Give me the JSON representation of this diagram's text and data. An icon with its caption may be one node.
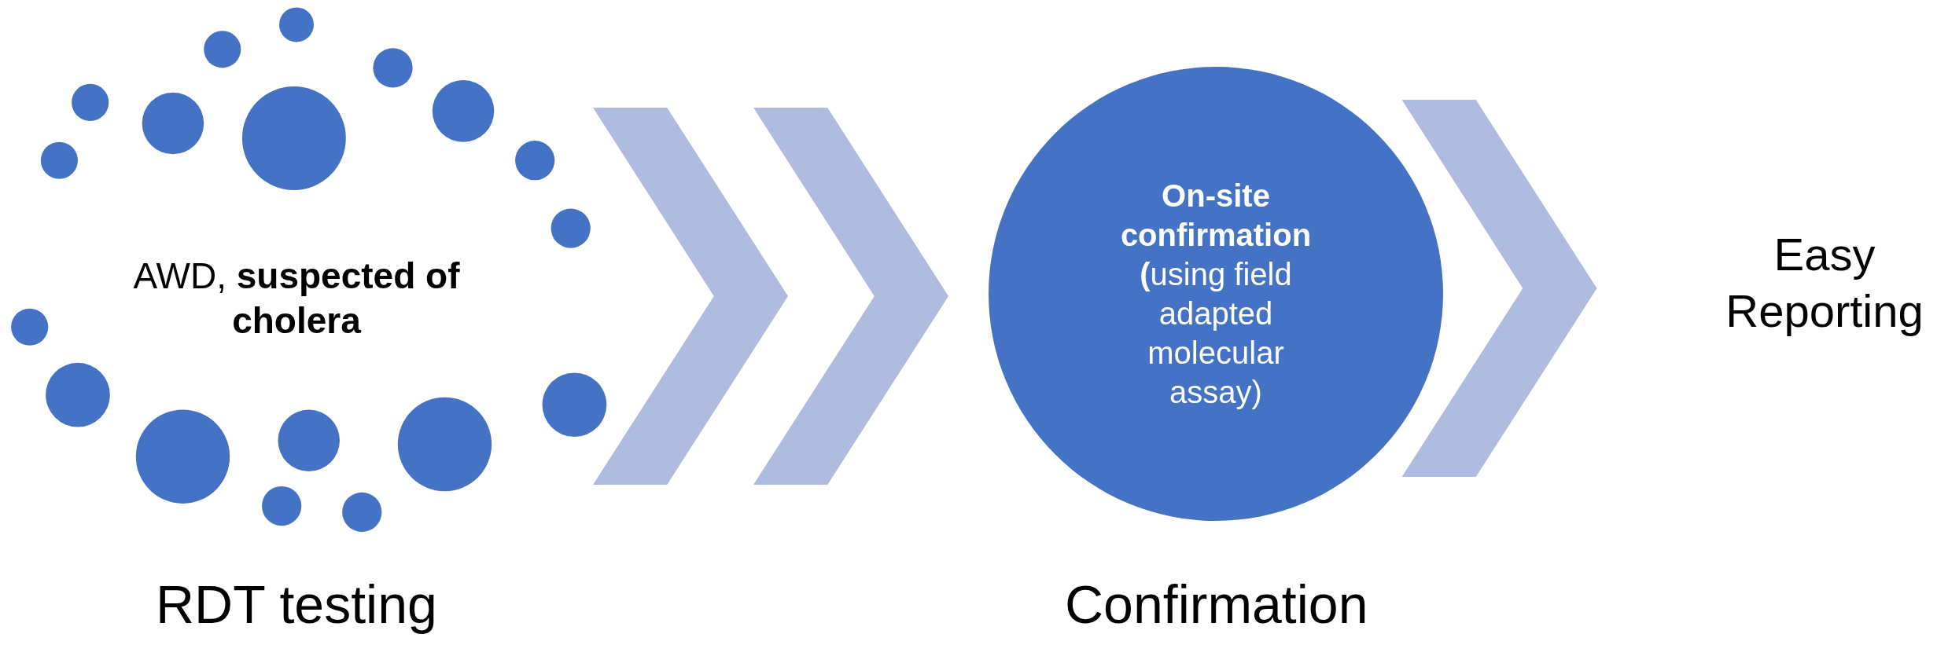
{
  "diagram": {
    "nodes": [
      {
        "text": [
          "AWD, **suspected of cholera**"
        ]
      },
      {
        "text": [
          "**On-site confirmation (**using field adapted molecular assay)"
        ]
      },
      {
        "text": [
          "Easy Reporting"
        ]
      }
    ],
    "edges": [
      {
        "from": 0,
        "to": 1,
        "arrow": "to"
      },
      {
        "from": 1,
        "to": 2,
        "arrow": "to"
      }
    ],
    "labels": [
      "RDT testing",
      "Confirmation"
    ]
  }
}
